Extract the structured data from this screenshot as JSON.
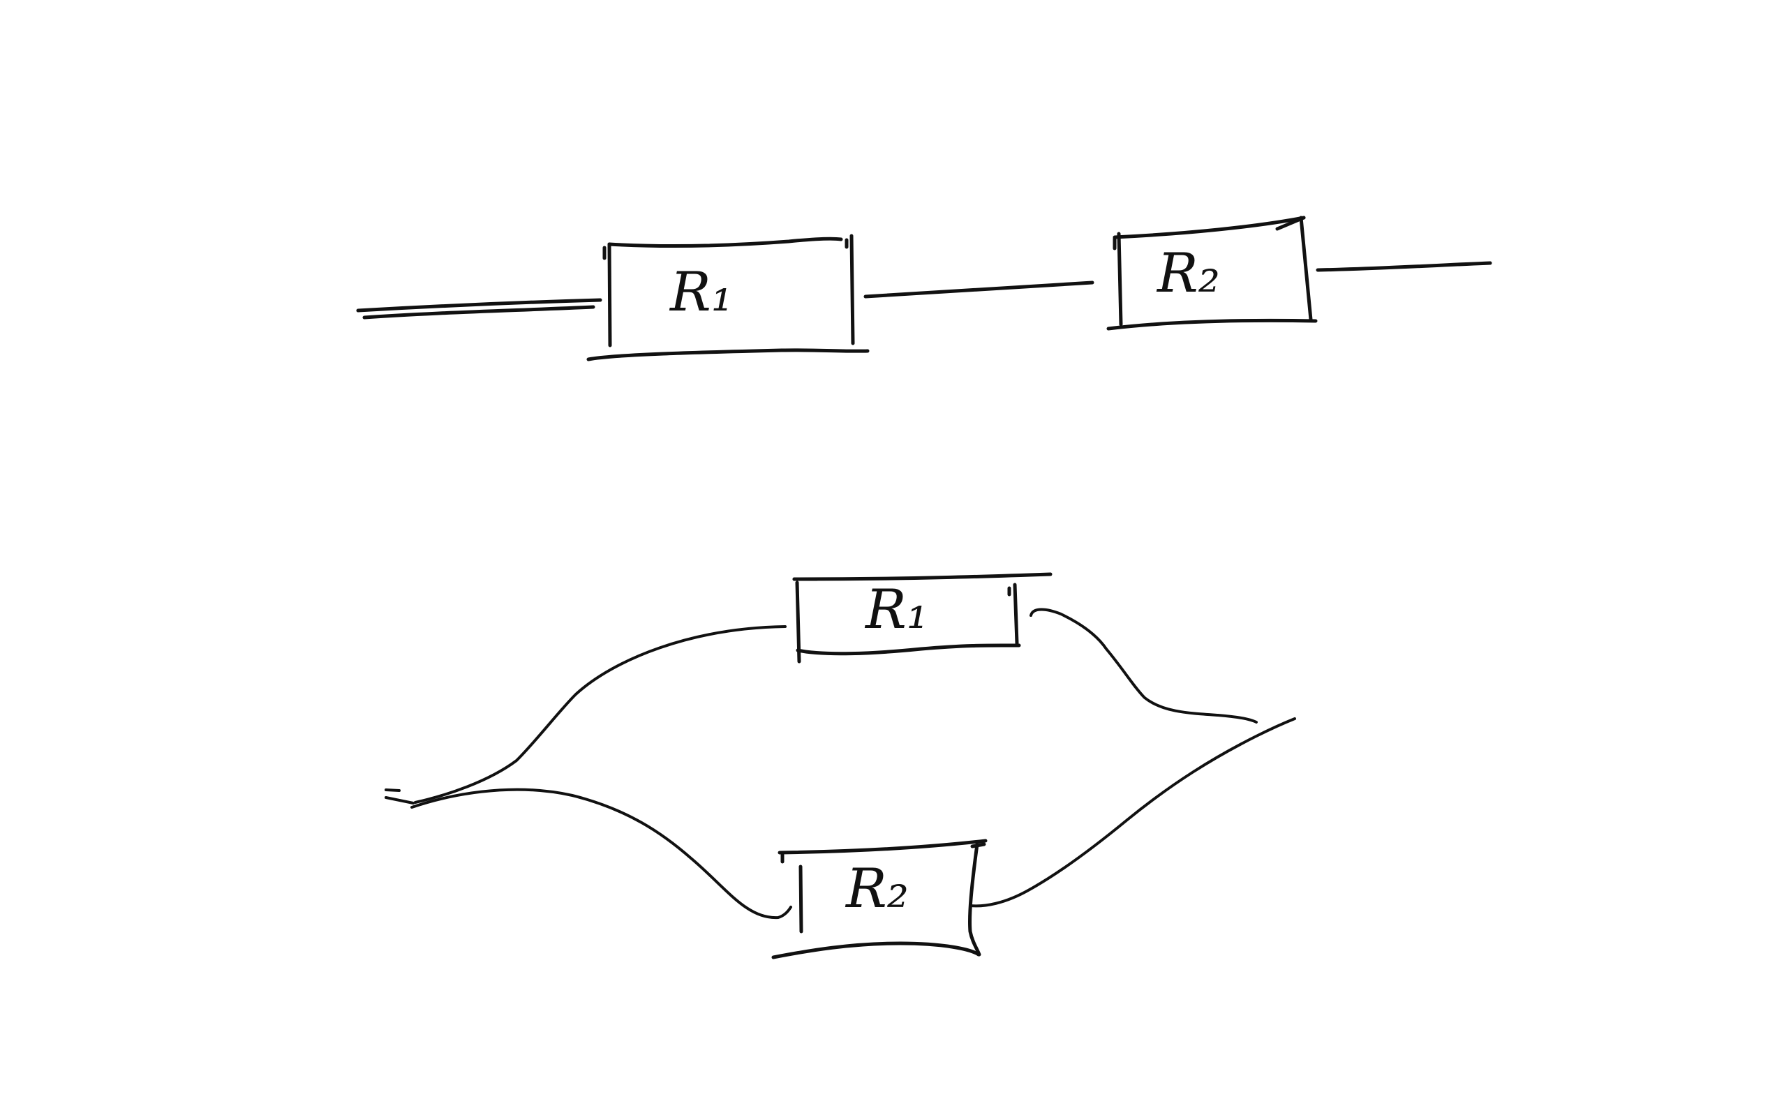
{
  "diagram": {
    "ink_color": "#111111",
    "background": "#ffffff",
    "series_circuit": {
      "resistors": [
        {
          "id": "r1",
          "label": "R₁"
        },
        {
          "id": "r2",
          "label": "R₂"
        }
      ]
    },
    "parallel_circuit": {
      "resistors": [
        {
          "id": "r1",
          "label": "R₁"
        },
        {
          "id": "r2",
          "label": "R₂"
        }
      ]
    }
  }
}
